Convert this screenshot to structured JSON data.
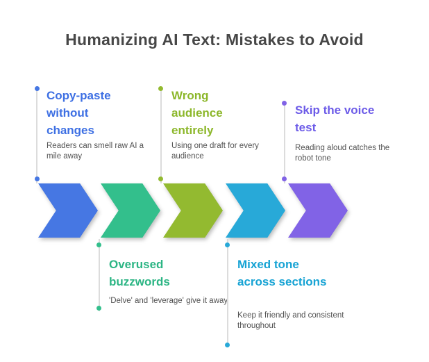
{
  "title": "Humanizing AI Text: Mistakes to Avoid",
  "steps": [
    {
      "heading": "Copy-paste without changes",
      "description": "Readers can smell raw AI a mile away",
      "position": "top",
      "arrow_color": "#4677E3",
      "heading_color": "#3D6FE3"
    },
    {
      "heading": "Overused buzzwords",
      "description": "'Delve' and 'leverage' give it away",
      "position": "bottom",
      "arrow_color": "#33BF8C",
      "heading_color": "#2CB584"
    },
    {
      "heading": "Wrong audience entirely",
      "description": "Using one draft for every audience",
      "position": "top",
      "arrow_color": "#93BA30",
      "heading_color": "#8CB72A"
    },
    {
      "heading": "Mixed tone across sections",
      "description": "Keep it friendly and consistent throughout",
      "position": "bottom",
      "arrow_color": "#28A9D8",
      "heading_color": "#17A3D4"
    },
    {
      "heading": "Skip the voice test",
      "description": "Reading aloud catches the robot tone",
      "position": "top",
      "arrow_color": "#8163E6",
      "heading_color": "#6C5BE8"
    }
  ],
  "colors": {
    "background": "#FFFFFF",
    "title_text": "#474747",
    "description_text": "#525252",
    "connector_line": "#DCDCDC"
  }
}
